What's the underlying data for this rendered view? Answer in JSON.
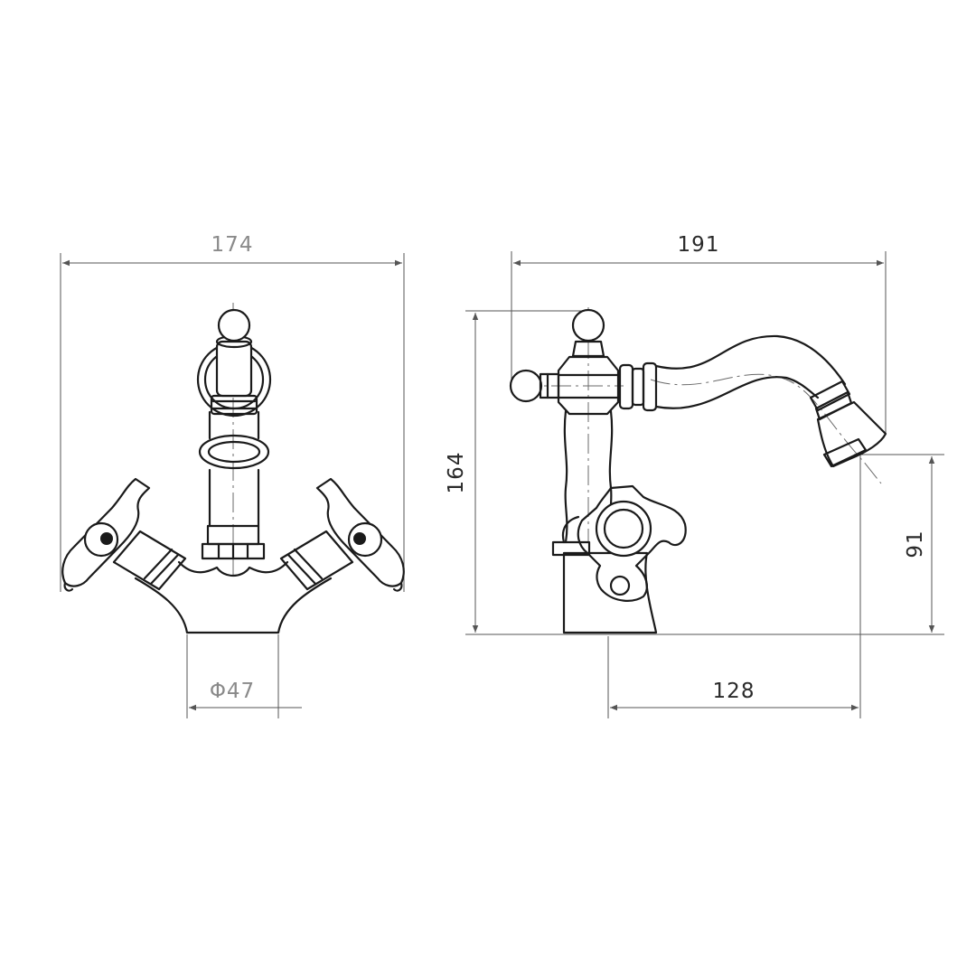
{
  "drawing": {
    "front_view": {
      "width_label": "174",
      "base_diameter_label": "Φ47"
    },
    "side_view": {
      "length_label": "191",
      "height_label": "164",
      "spout_height_label": "91",
      "reach_label": "128"
    },
    "colors": {
      "outline": "#1a1a1a",
      "dimension_line": "#555555",
      "light_label": "#8a8a8a"
    }
  }
}
